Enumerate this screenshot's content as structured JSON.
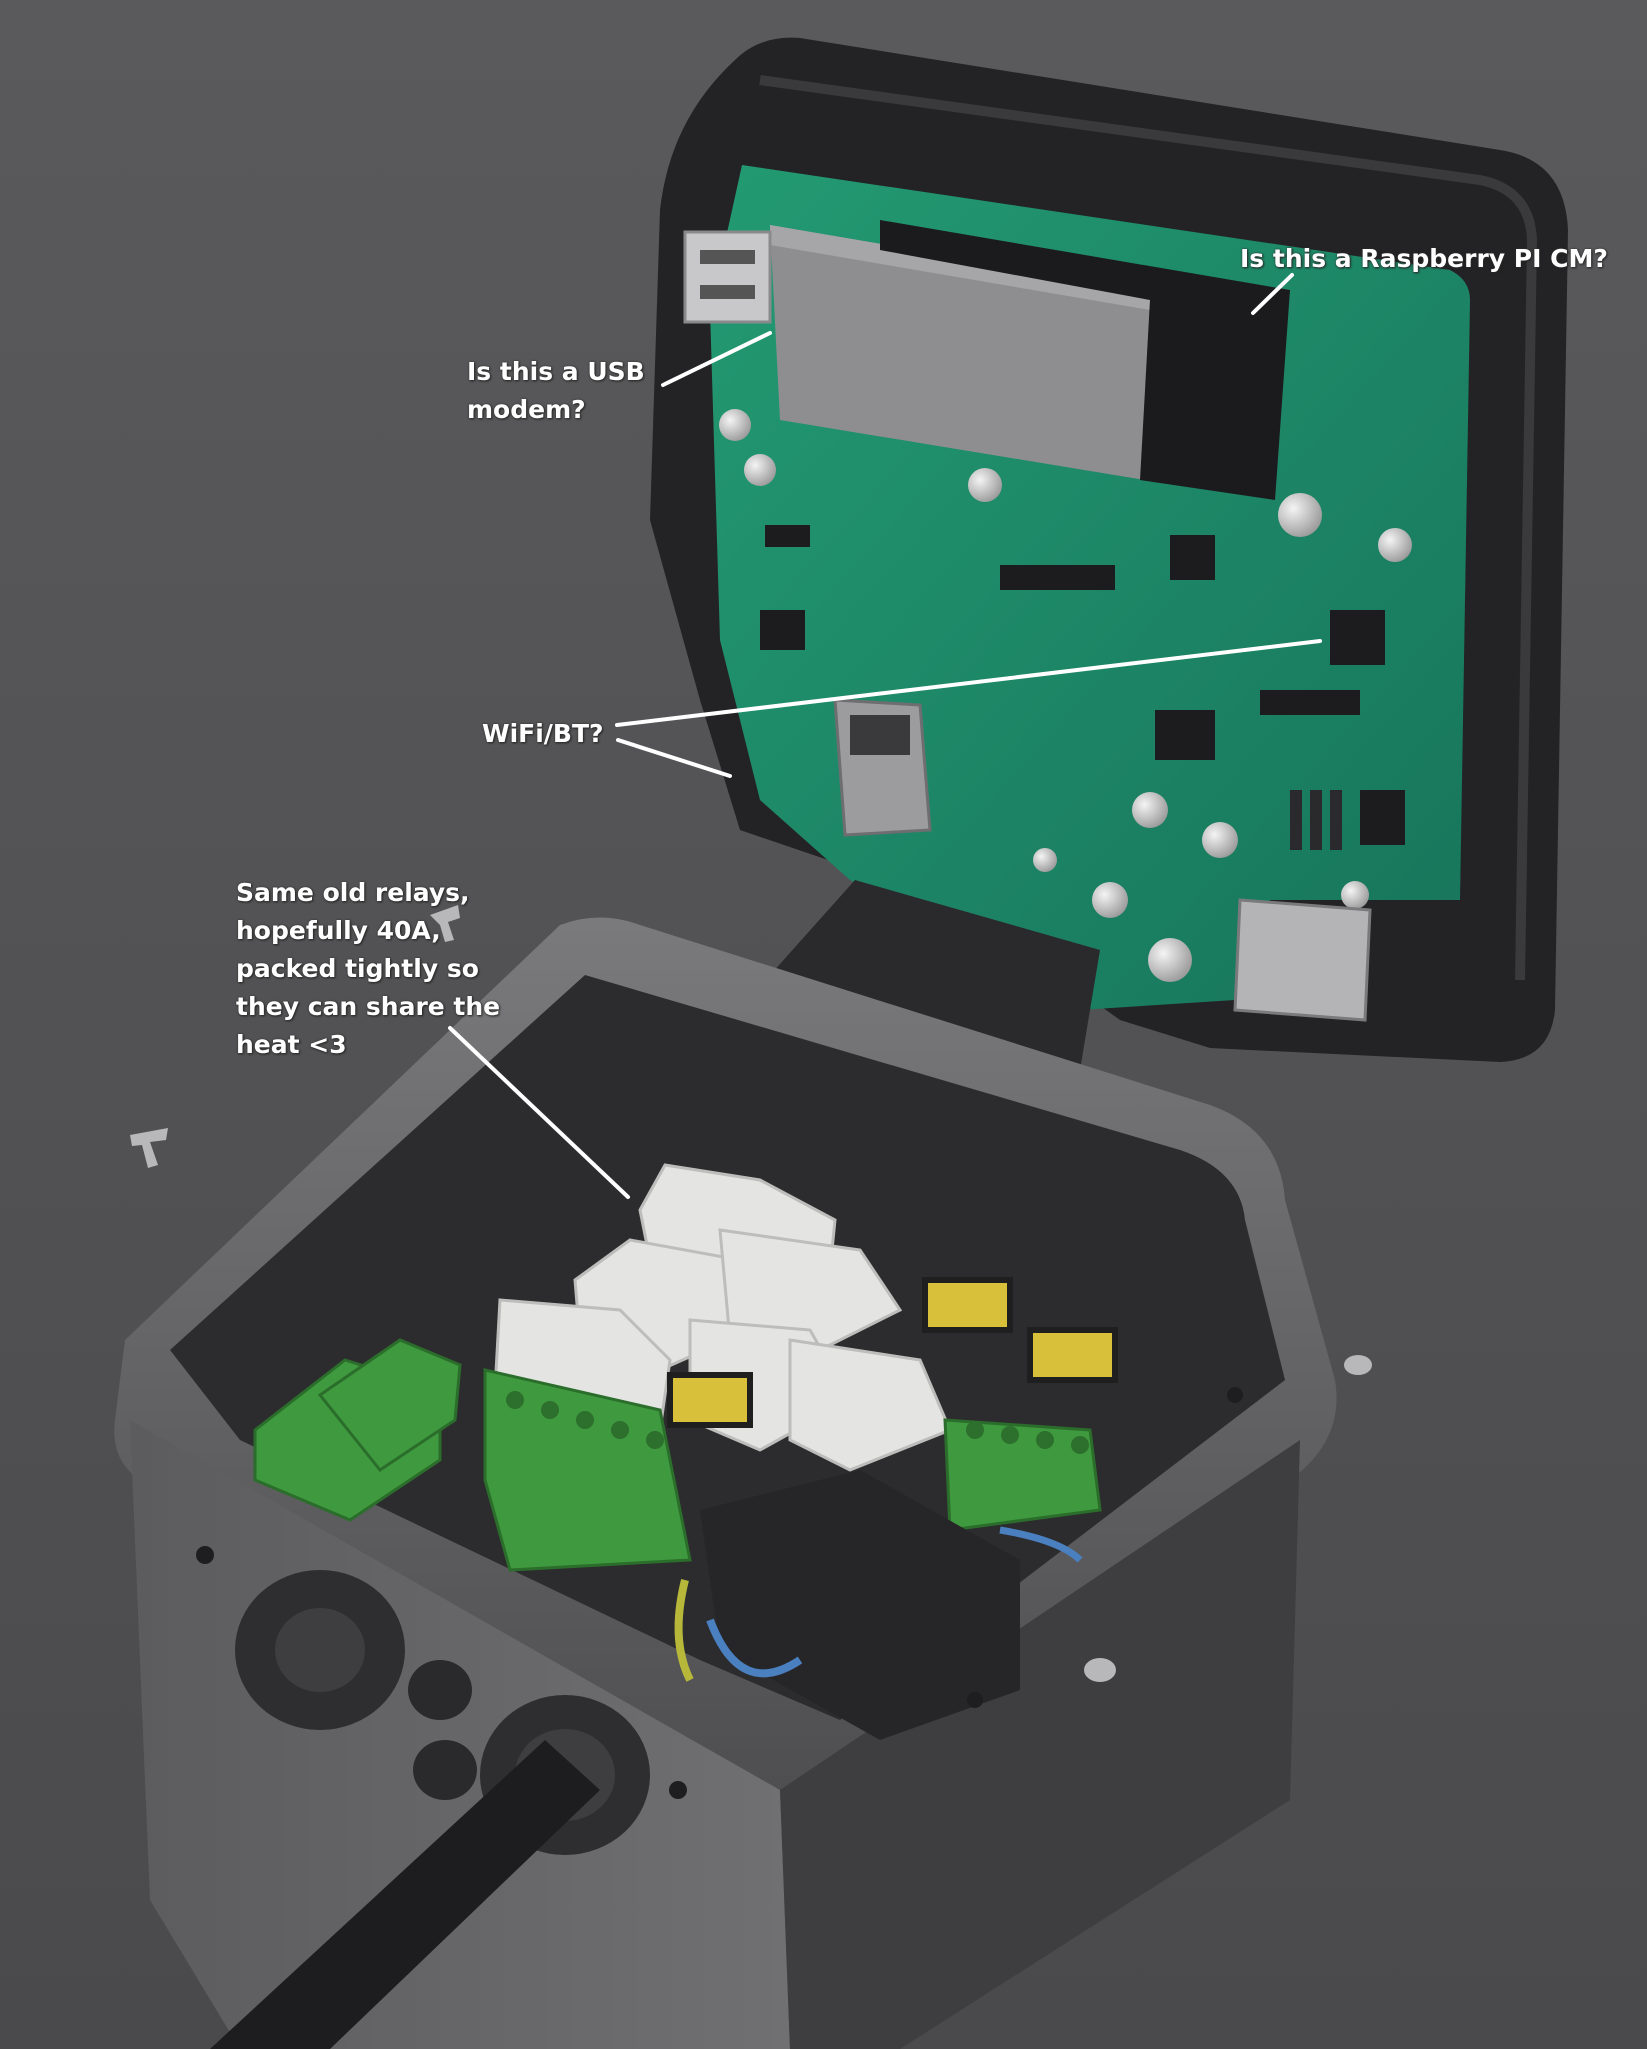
{
  "annotations": {
    "raspberry_pi": "Is this a Raspberry PI CM?",
    "usb_modem": "Is this a USB\nmodem?",
    "wifi_bt": "WiFi/BT?",
    "relays": "Same old relays,\nhopefully 40A,\npacked tightly so\nthey can share the\nheat <3"
  },
  "colors": {
    "background": "#545456",
    "pcb": "#1f8a66",
    "enclosure": "#6b6b6d",
    "relay": "#e4e4e2",
    "terminal": "#3f9a3f",
    "annotation": "#ffffff"
  }
}
